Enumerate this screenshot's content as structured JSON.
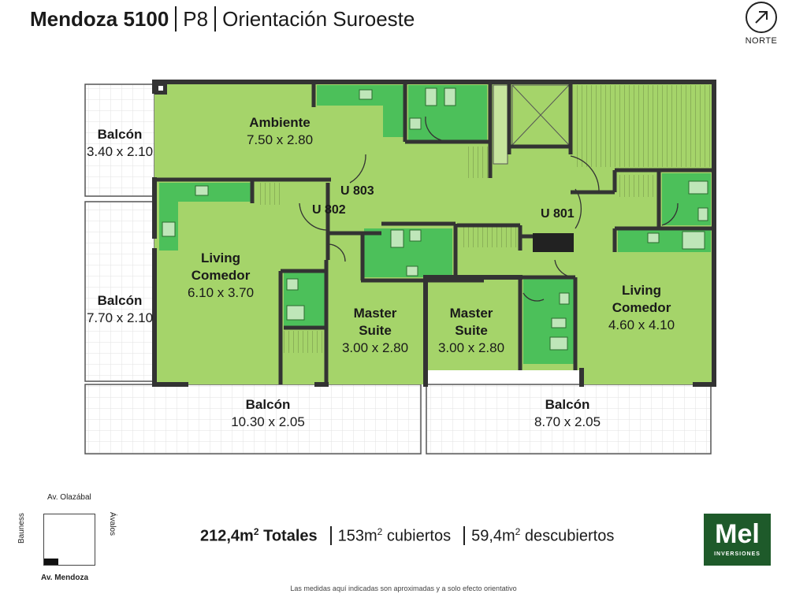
{
  "header": {
    "title": "Mendoza 5100",
    "floor": "P8",
    "orientation": "Orientación Suroeste"
  },
  "compass": {
    "label": "NORTE",
    "icon": "north-arrow-icon"
  },
  "units": {
    "u801": "U 801",
    "u802": "U 802",
    "u803": "U 803"
  },
  "rooms": {
    "balcon_top_left": {
      "name": "Balcón",
      "dims": "3.40 x 2.10"
    },
    "ambiente": {
      "name": "Ambiente",
      "dims": "7.50 x 2.80"
    },
    "balcon_left": {
      "name": "Balcón",
      "dims": "7.70 x 2.10"
    },
    "living_left": {
      "name1": "Living",
      "name2": "Comedor",
      "dims": "6.10 x 3.70"
    },
    "master_left": {
      "name1": "Master",
      "name2": "Suite",
      "dims": "3.00 x 2.80"
    },
    "master_right": {
      "name1": "Master",
      "name2": "Suite",
      "dims": "3.00 x 2.80"
    },
    "living_right": {
      "name1": "Living",
      "name2": "Comedor",
      "dims": "4.60 x 4.10"
    },
    "balcon_bottom_left": {
      "name": "Balcón",
      "dims": "10.30 x 2.05"
    },
    "balcon_bottom_right": {
      "name": "Balcón",
      "dims": "8.70 x 2.05"
    }
  },
  "location": {
    "top": "Av. Olazábal",
    "left": "Bauness",
    "right": "Ávalos",
    "bottom": "Av. Mendoza"
  },
  "totals": {
    "total": "212,4m",
    "total_suffix": "Totales",
    "covered": "153m",
    "covered_suffix": "cubiertos",
    "uncovered": "59,4m",
    "uncovered_suffix": "descubiertos",
    "sup": "2"
  },
  "logo": {
    "main": "Mel",
    "sub": "INVERSIONES"
  },
  "disclaimer": "Las medidas aquí indicadas son aproximadas y a solo efecto orientativo",
  "colors": {
    "room_fill": "#a5d46a",
    "wet_fill": "#4cc05a",
    "wall": "#333333",
    "brand": "#1e5a2a"
  }
}
